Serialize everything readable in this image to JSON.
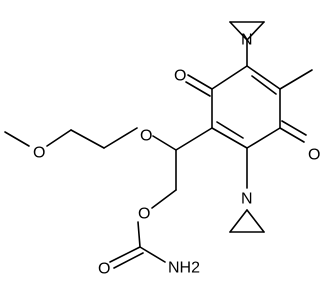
{
  "molecule": {
    "atoms": {
      "n_top": "N",
      "n_bottom": "N",
      "o_ketone_top": "O",
      "o_ketone_right": "O",
      "o_ether_side": "O",
      "o_methoxy": "O",
      "o_ester": "O",
      "o_carbonyl": "O",
      "nh2": "NH2"
    }
  }
}
